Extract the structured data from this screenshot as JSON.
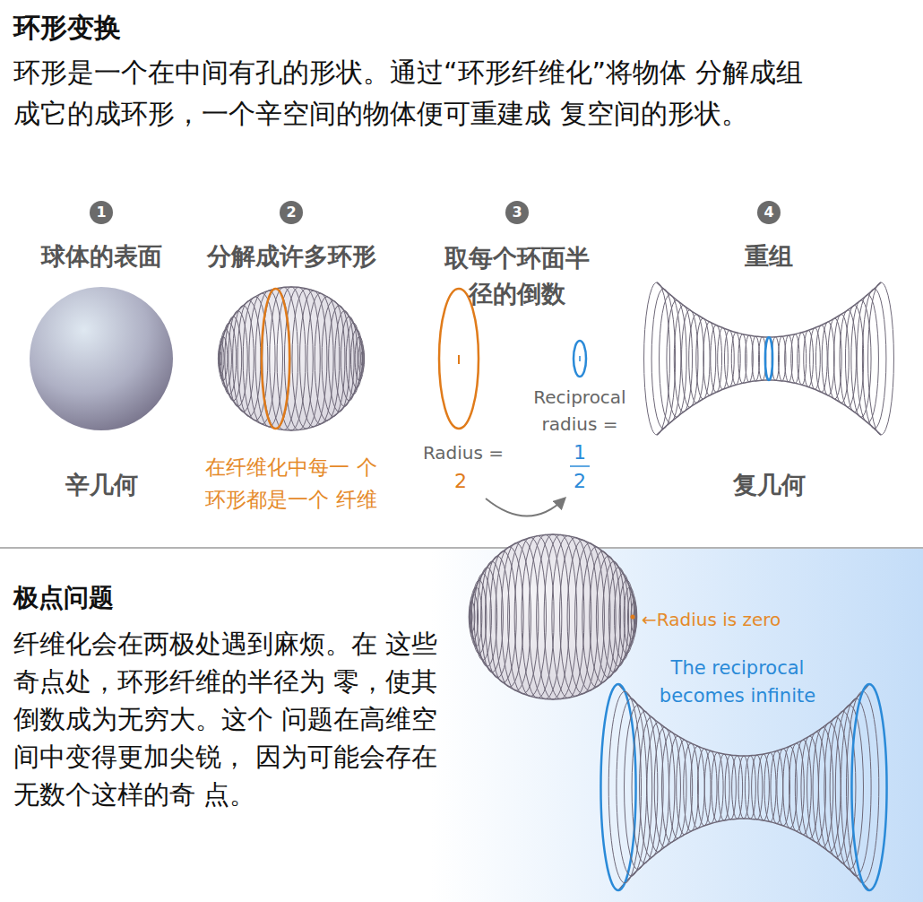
{
  "diagram": {
    "title": "环形变换",
    "nodes": [
      {
        "text": [
          "1"
        ]
      },
      {
        "text": [
          "2"
        ]
      },
      {
        "text": [
          "3"
        ]
      },
      {
        "text": [
          "4"
        ]
      }
    ],
    "labels": [
      "环形是一个在中间有孔的形状。通过“环形纤维化”将物体 分解成组成它的成环形，一个辛空间的物体便可重建成 复空间的形状。",
      "球体的表面",
      "分解成许多环形",
      "取每个环面半 径的倒数",
      "重组",
      "辛几何",
      "在纤维化中每一 个环形都是一个 纤维",
      "Radius =",
      "2",
      "Reciprocal radius =",
      "1",
      "2",
      "复几何",
      "极点问题",
      "纤维化会在两极处遇到麻烦。在 这些奇点处，环形纤维的半径为 零，使其倒数成为无穷大。这个 问题在高维空间中变得更加尖锐， 因为可能会存在无数个这样的奇 点。",
      "←Radius is zero",
      "The reciprocal becomes infinite"
    ]
  }
}
